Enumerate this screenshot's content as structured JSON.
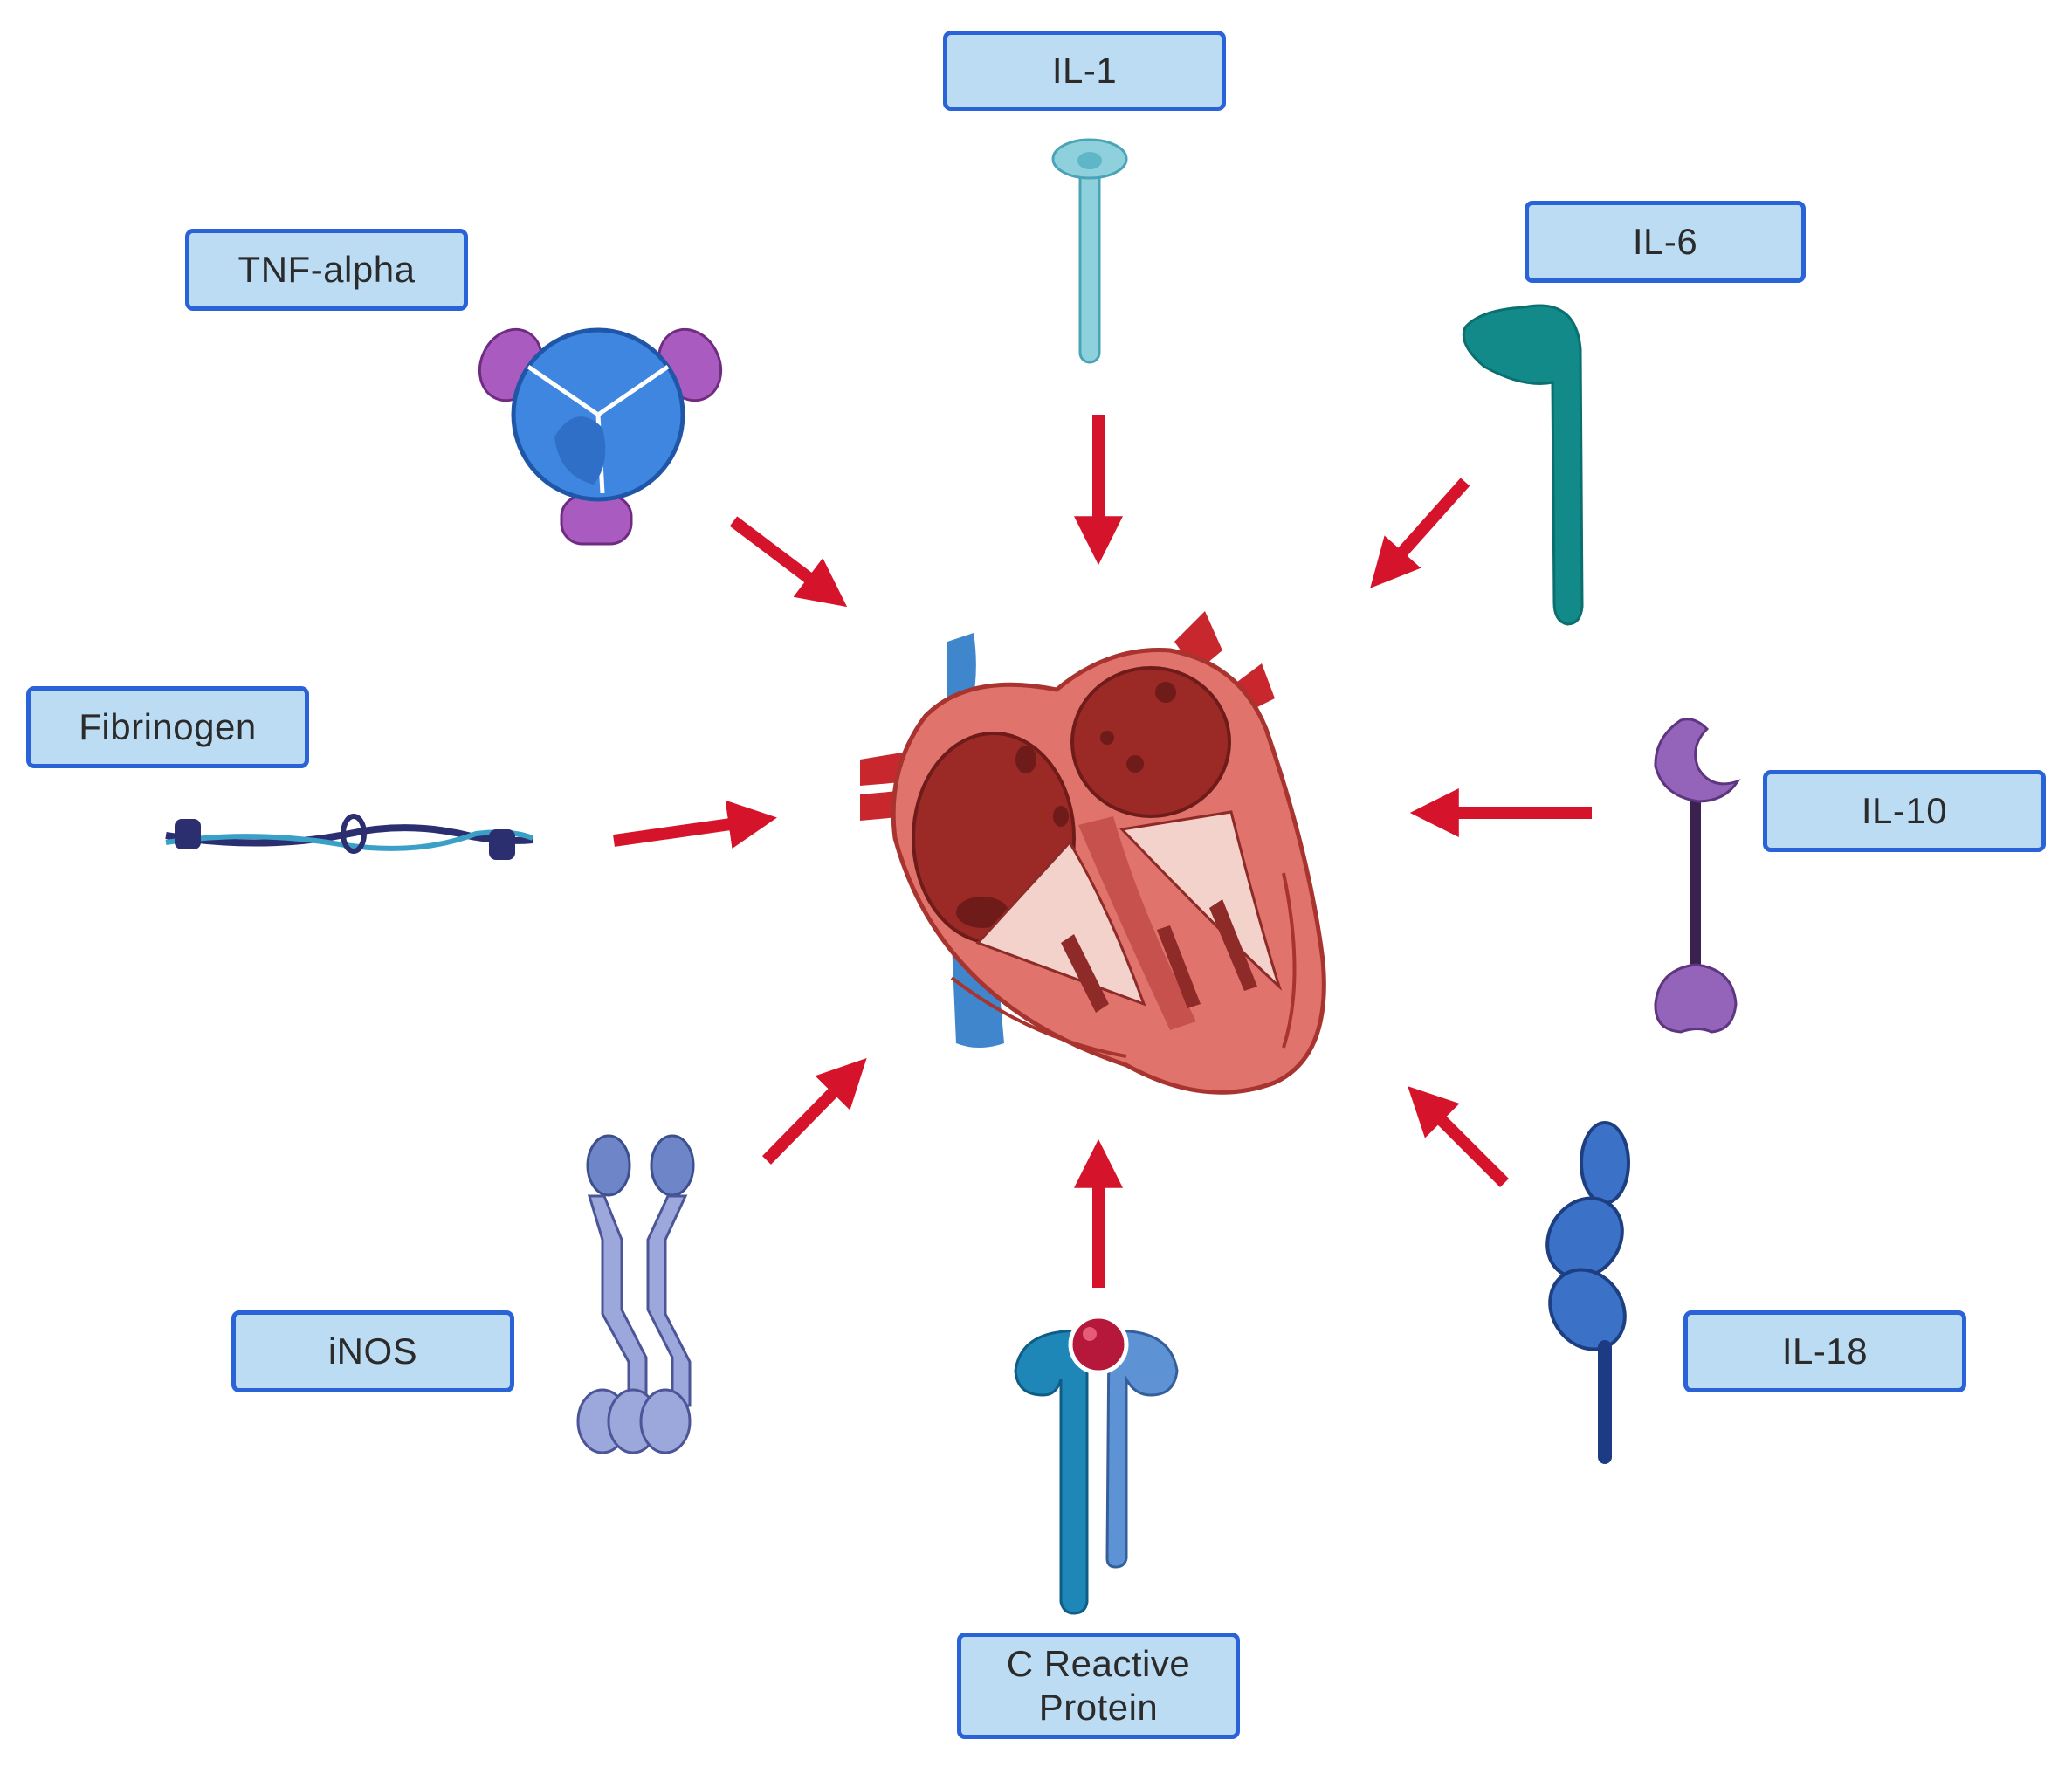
{
  "labels": {
    "il1": "IL-1",
    "tnf": "TNF-alpha",
    "il6": "IL-6",
    "fibrinogen": "Fibrinogen",
    "il10": "IL-10",
    "inos": "iNOS",
    "il18": "IL-18",
    "crp_line1": "C Reactive",
    "crp_line2": "Protein"
  },
  "colors": {
    "box_fill": "#bcdcf3",
    "box_border": "#2a62d8",
    "arrow": "#d5142b",
    "heart_outer": "#e0736c",
    "heart_chamber": "#9b2a27",
    "vessel_blue": "#3f86cc"
  }
}
